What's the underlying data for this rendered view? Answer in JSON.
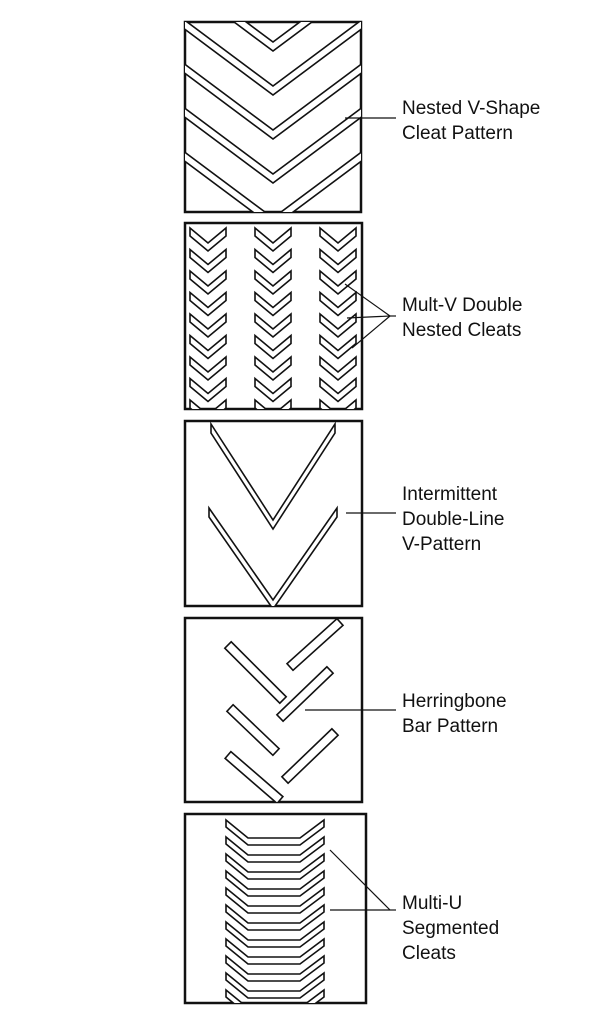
{
  "patterns": [
    {
      "label_lines": [
        "Nested V-Shape",
        "Cleat Pattern"
      ]
    },
    {
      "label_lines": [
        "Mult-V Double",
        "Nested Cleats"
      ]
    },
    {
      "label_lines": [
        "Intermittent",
        "Double-Line",
        "V-Pattern"
      ]
    },
    {
      "label_lines": [
        "Herringbone",
        "Bar Pattern"
      ]
    },
    {
      "label_lines": [
        "Multi-U",
        "Segmented",
        "Cleats"
      ]
    }
  ],
  "colors": {
    "ink": "#111111",
    "background": "#ffffff"
  }
}
